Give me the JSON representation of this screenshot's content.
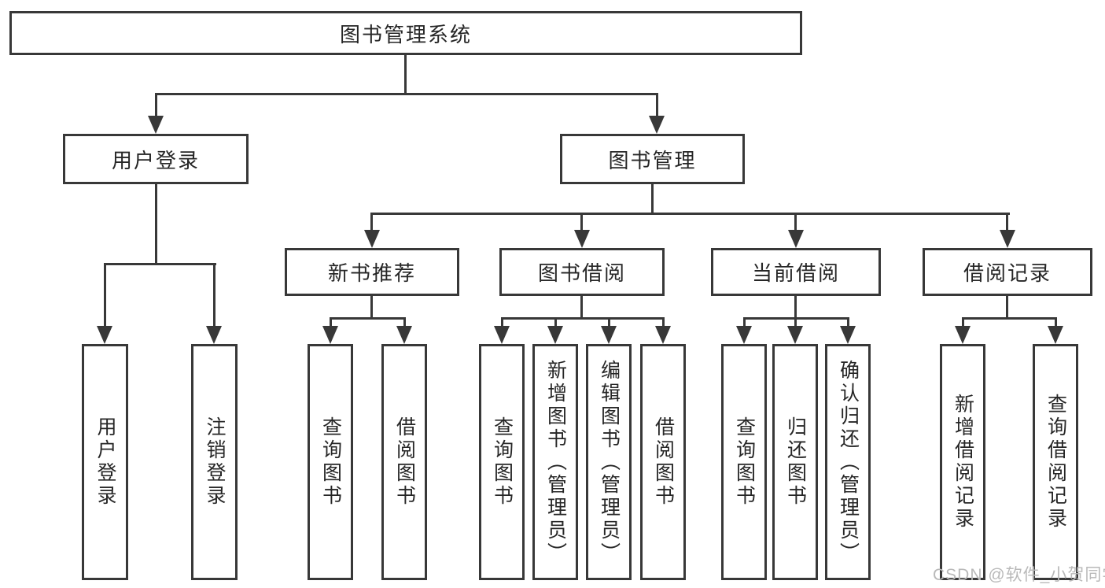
{
  "diagram": {
    "root": {
      "label": "图书管理系统"
    },
    "level2": [
      {
        "id": "user-login",
        "label": "用户登录"
      },
      {
        "id": "book-management",
        "label": "图书管理"
      }
    ],
    "level3": [
      {
        "id": "new-book-recommend",
        "label": "新书推荐"
      },
      {
        "id": "book-borrow",
        "label": "图书借阅"
      },
      {
        "id": "current-borrow",
        "label": "当前借阅"
      },
      {
        "id": "borrow-record",
        "label": "借阅记录"
      }
    ],
    "leaves": [
      {
        "id": "user-login-leaf",
        "label": "用户登录"
      },
      {
        "id": "logout-leaf",
        "label": "注销登录"
      },
      {
        "id": "newbook-query-book",
        "label": "查询图书"
      },
      {
        "id": "newbook-borrow-book",
        "label": "借阅图书"
      },
      {
        "id": "borrow-query-book",
        "label": "查询图书"
      },
      {
        "id": "borrow-add-book-admin",
        "label": "新增图书（管理员）"
      },
      {
        "id": "borrow-edit-book-admin",
        "label": "编辑图书（管理员）"
      },
      {
        "id": "borrow-borrow-book",
        "label": "借阅图书"
      },
      {
        "id": "current-query-book",
        "label": "查询图书"
      },
      {
        "id": "current-return-book",
        "label": "归还图书"
      },
      {
        "id": "current-confirm-return-admin",
        "label": "确认归还（管理员）"
      },
      {
        "id": "record-add-record",
        "label": "新增借阅记录"
      },
      {
        "id": "record-query-record",
        "label": "查询借阅记录"
      }
    ],
    "watermark": "CSDN @软件_小贺同学"
  }
}
